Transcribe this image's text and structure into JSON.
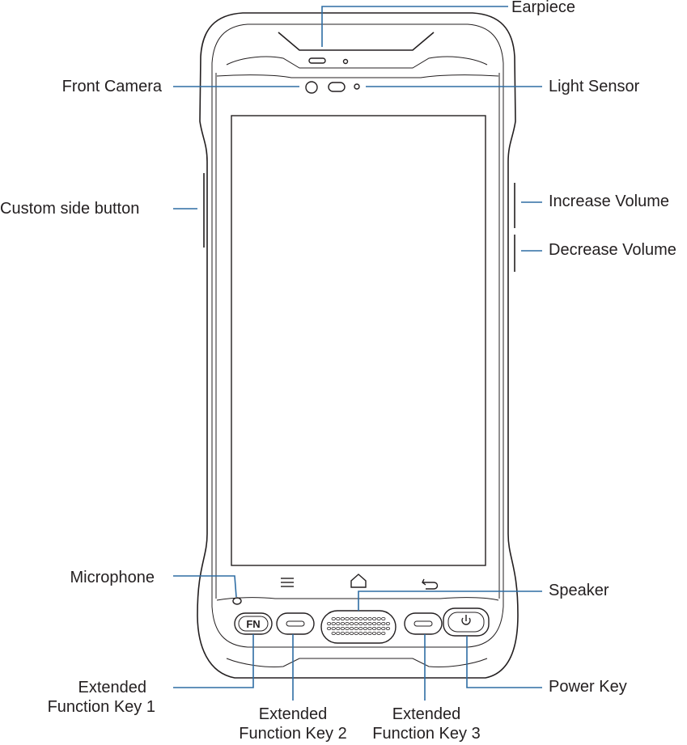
{
  "colors": {
    "outline": "#231f20",
    "leader": "#2e6da4",
    "label": "#231f20"
  },
  "callouts": {
    "earpiece": "Earpiece",
    "front_camera": "Front Camera",
    "light_sensor": "Light Sensor",
    "custom_side_button": "Custom side button",
    "increase_volume": "Increase Volume",
    "decrease_volume": "Decrease Volume",
    "microphone": "Microphone",
    "speaker": "Speaker",
    "ext_fn_key_1": {
      "line1": "Extended",
      "line2": "Function Key 1"
    },
    "ext_fn_key_2": {
      "line1": "Extended",
      "line2": "Function Key 2"
    },
    "ext_fn_key_3": {
      "line1": "Extended",
      "line2": "Function Key 3"
    },
    "power_key": "Power Key"
  },
  "device": {
    "fn_key_label": "FN"
  },
  "icons": [
    "menu-icon",
    "home-icon",
    "back-icon",
    "power-icon"
  ]
}
